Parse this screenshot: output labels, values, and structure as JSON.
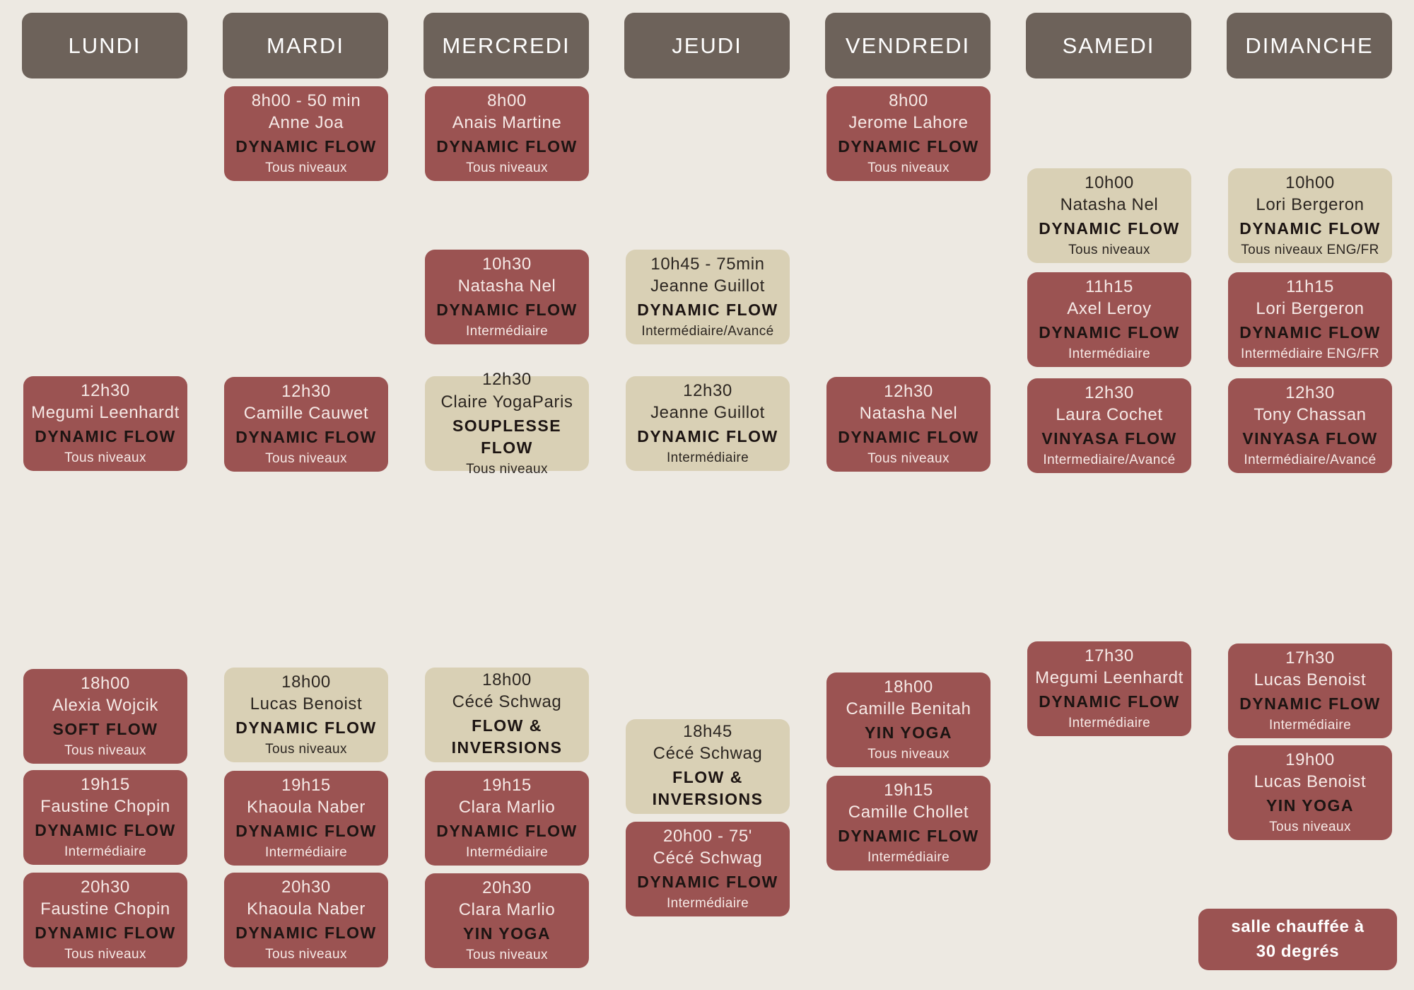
{
  "colors": {
    "header": "#6d625a",
    "card_red": "#9b5352",
    "card_beige": "#d9d0b5",
    "background": "#ede9e2"
  },
  "days": [
    {
      "name": "LUNDI",
      "classes": [
        {
          "time": "12h30",
          "teacher": "Megumi Leenhardt",
          "class_name": "DYNAMIC FLOW",
          "level": "Tous niveaux",
          "color": "red"
        },
        {
          "time": "18h00",
          "teacher": "Alexia Wojcik",
          "class_name": "SOFT FLOW",
          "level": "Tous niveaux",
          "color": "red"
        },
        {
          "time": "19h15",
          "teacher": "Faustine Chopin",
          "class_name": "DYNAMIC FLOW",
          "level": "Intermédiaire",
          "color": "red"
        },
        {
          "time": "20h30",
          "teacher": "Faustine Chopin",
          "class_name": "DYNAMIC FLOW",
          "level": "Tous niveaux",
          "color": "red"
        }
      ]
    },
    {
      "name": "MARDI",
      "classes": [
        {
          "time": "8h00 - 50 min",
          "teacher": "Anne Joa",
          "class_name": "DYNAMIC FLOW",
          "level": "Tous niveaux",
          "color": "red"
        },
        {
          "time": "12h30",
          "teacher": "Camille Cauwet",
          "class_name": "DYNAMIC FLOW",
          "level": "Tous niveaux",
          "color": "red"
        },
        {
          "time": "18h00",
          "teacher": "Lucas Benoist",
          "class_name": "DYNAMIC FLOW",
          "level": "Tous niveaux",
          "color": "beige"
        },
        {
          "time": "19h15",
          "teacher": "Khaoula Naber",
          "class_name": "DYNAMIC FLOW",
          "level": "Intermédiaire",
          "color": "red"
        },
        {
          "time": "20h30",
          "teacher": "Khaoula Naber",
          "class_name": "DYNAMIC FLOW",
          "level": "Tous niveaux",
          "color": "red"
        }
      ]
    },
    {
      "name": "MERCREDI",
      "classes": [
        {
          "time": "8h00",
          "teacher": "Anais Martine",
          "class_name": "DYNAMIC FLOW",
          "level": "Tous niveaux",
          "color": "red"
        },
        {
          "time": "10h30",
          "teacher": "Natasha Nel",
          "class_name": "DYNAMIC FLOW",
          "level": "Intermédiaire",
          "color": "red"
        },
        {
          "time": "12h30",
          "teacher": "Claire YogaParis",
          "class_name": "SOUPLESSE FLOW",
          "level": "Tous niveaux",
          "color": "beige"
        },
        {
          "time": "18h00",
          "teacher": "Cécé Schwag",
          "class_name": "FLOW & INVERSIONS",
          "level": "",
          "color": "beige"
        },
        {
          "time": "19h15",
          "teacher": "Clara Marlio",
          "class_name": "DYNAMIC FLOW",
          "level": "Intermédiaire",
          "color": "red"
        },
        {
          "time": "20h30",
          "teacher": "Clara Marlio",
          "class_name": "YIN YOGA",
          "level": "Tous niveaux",
          "color": "red"
        }
      ]
    },
    {
      "name": "JEUDI",
      "classes": [
        {
          "time": "10h45 - 75min",
          "teacher": "Jeanne Guillot",
          "class_name": "DYNAMIC FLOW",
          "level": "Intermédiaire/Avancé",
          "color": "beige"
        },
        {
          "time": "12h30",
          "teacher": "Jeanne Guillot",
          "class_name": "DYNAMIC FLOW",
          "level": "Intermédiaire",
          "color": "beige"
        },
        {
          "time": "18h45",
          "teacher": "Cécé Schwag",
          "class_name": "FLOW & INVERSIONS",
          "level": "",
          "color": "beige"
        },
        {
          "time": "20h00 - 75'",
          "teacher": "Cécé Schwag",
          "class_name": "DYNAMIC FLOW",
          "level": "Intermédiaire",
          "color": "red"
        }
      ]
    },
    {
      "name": "VENDREDI",
      "classes": [
        {
          "time": "8h00",
          "teacher": "Jerome Lahore",
          "class_name": "DYNAMIC FLOW",
          "level": "Tous niveaux",
          "color": "red"
        },
        {
          "time": "12h30",
          "teacher": "Natasha Nel",
          "class_name": "DYNAMIC FLOW",
          "level": "Tous niveaux",
          "color": "red"
        },
        {
          "time": "18h00",
          "teacher": "Camille Benitah",
          "class_name": "YIN YOGA",
          "level": "Tous niveaux",
          "color": "red"
        },
        {
          "time": "19h15",
          "teacher": "Camille Chollet",
          "class_name": "DYNAMIC FLOW",
          "level": "Intermédiaire",
          "color": "red"
        }
      ]
    },
    {
      "name": "SAMEDI",
      "classes": [
        {
          "time": "10h00",
          "teacher": "Natasha Nel",
          "class_name": "DYNAMIC FLOW",
          "level": "Tous niveaux",
          "color": "beige"
        },
        {
          "time": "11h15",
          "teacher": "Axel Leroy",
          "class_name": "DYNAMIC FLOW",
          "level": "Intermédiaire",
          "color": "red"
        },
        {
          "time": "12h30",
          "teacher": "Laura Cochet",
          "class_name": "VINYASA FLOW",
          "level": "Intermediaire/Avancé",
          "color": "red"
        },
        {
          "time": "17h30",
          "teacher": "Megumi Leenhardt",
          "class_name": "DYNAMIC FLOW",
          "level": "Intermédiaire",
          "color": "red"
        }
      ]
    },
    {
      "name": "DIMANCHE",
      "classes": [
        {
          "time": "10h00",
          "teacher": "Lori Bergeron",
          "class_name": "DYNAMIC FLOW",
          "level": "Tous niveaux ENG/FR",
          "color": "beige"
        },
        {
          "time": "11h15",
          "teacher": "Lori Bergeron",
          "class_name": "DYNAMIC FLOW",
          "level": "Intermédiaire  ENG/FR",
          "color": "red"
        },
        {
          "time": "12h30",
          "teacher": "Tony Chassan",
          "class_name": "VINYASA FLOW",
          "level": "Intermédiaire/Avancé",
          "color": "red"
        },
        {
          "time": "17h30",
          "teacher": "Lucas Benoist",
          "class_name": "DYNAMIC FLOW",
          "level": "Intermédiaire",
          "color": "red"
        },
        {
          "time": "19h00",
          "teacher": "Lucas Benoist",
          "class_name": "YIN YOGA",
          "level": "Tous niveaux",
          "color": "red"
        }
      ]
    }
  ],
  "note": "salle chauffée à\n30 degrés"
}
